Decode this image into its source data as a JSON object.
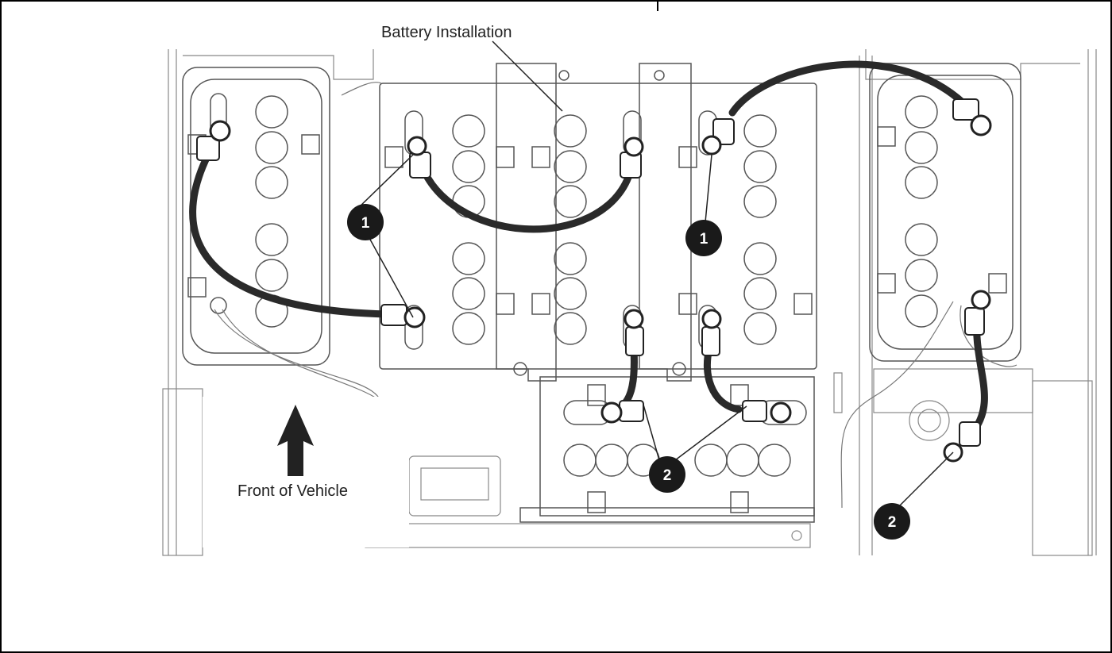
{
  "figure": {
    "title_label": "Battery Installation",
    "front_label": "Front of Vehicle"
  },
  "callouts": [
    {
      "id": "c1a",
      "number": "1"
    },
    {
      "id": "c1b",
      "number": "1"
    },
    {
      "id": "c2a",
      "number": "2"
    },
    {
      "id": "c2b",
      "number": "2"
    }
  ],
  "colors": {
    "line": "#222222",
    "cable": "#2a2a2a",
    "outline": "#888888",
    "callout_fill": "#1a1a1a"
  }
}
